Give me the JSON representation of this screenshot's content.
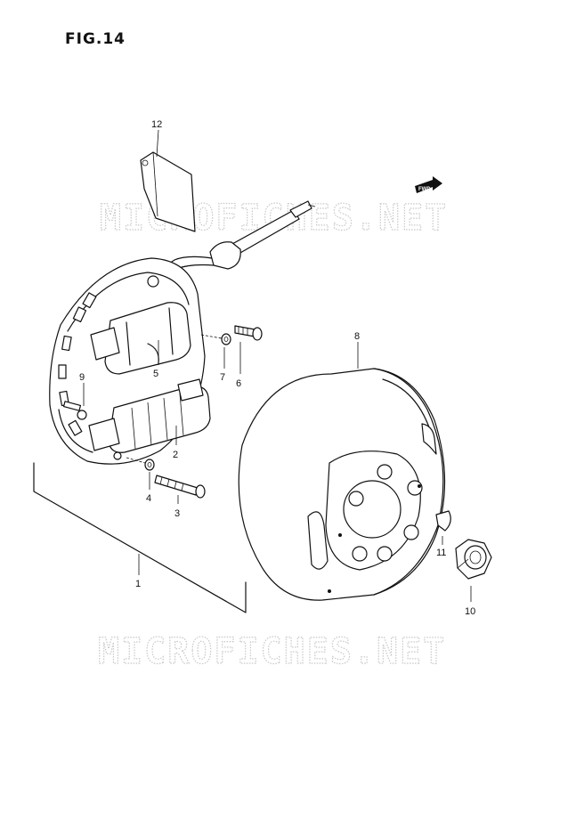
{
  "figure": {
    "title": "FIG.14"
  },
  "watermark": {
    "text": "MICROFICHES.NET"
  },
  "direction_badge": {
    "text": "FWD"
  },
  "callouts": {
    "c1": "1",
    "c2": "2",
    "c3": "3",
    "c4": "4",
    "c5": "5",
    "c6": "6",
    "c7": "7",
    "c8": "8",
    "c9": "9",
    "c10": "10",
    "c11": "11",
    "c12": "12"
  }
}
